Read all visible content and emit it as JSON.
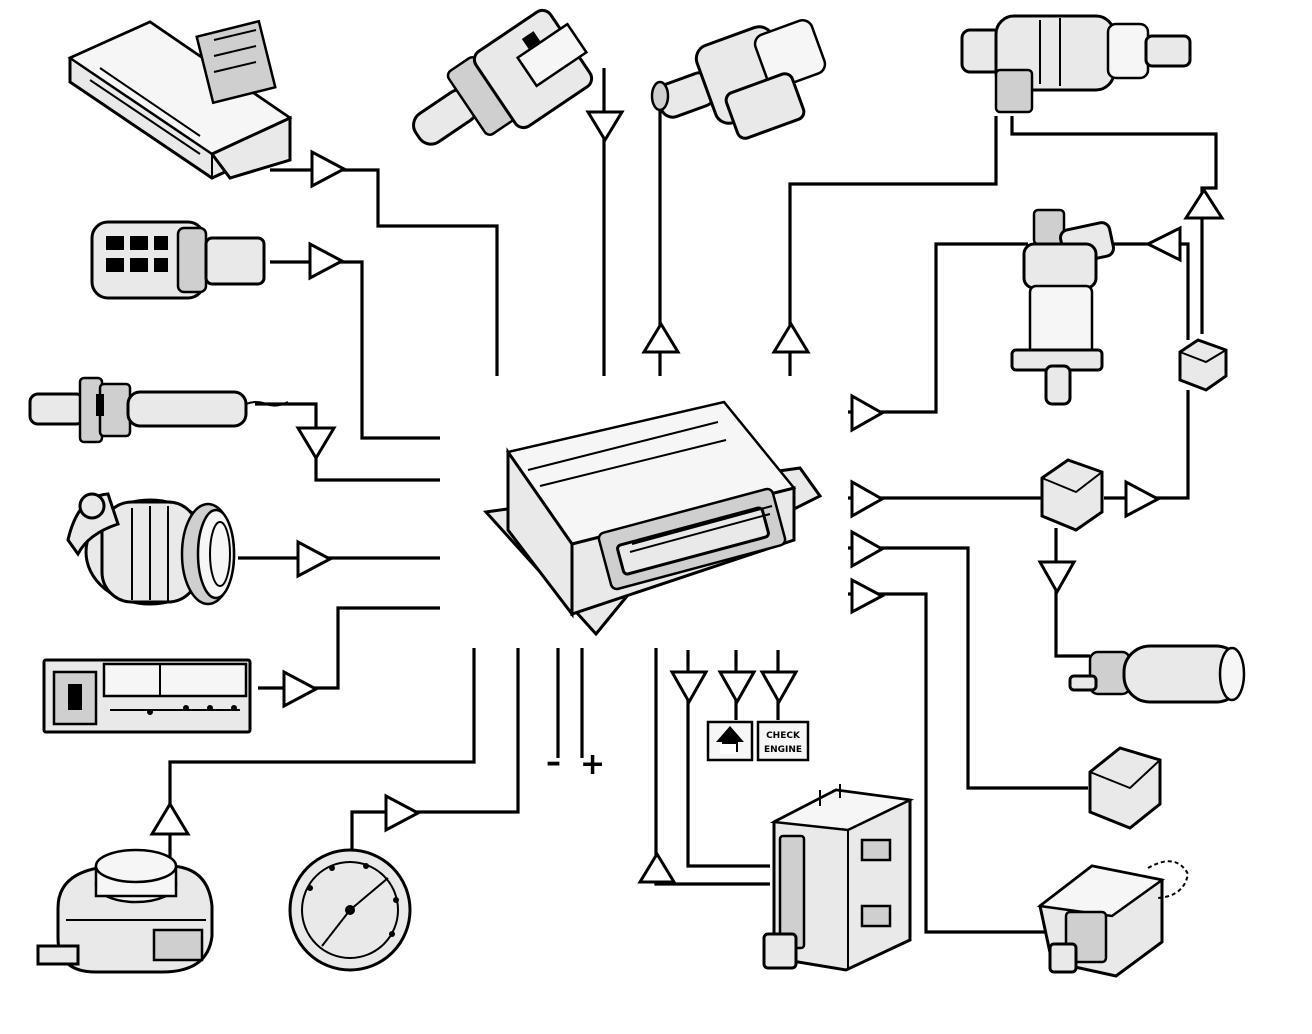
{
  "lamps": {
    "check_engine_line1": "CHECK",
    "check_engine_line2": "ENGINE"
  },
  "battery": {
    "negative": "–",
    "positive": "+"
  },
  "colors": {
    "line": "#000000",
    "background": "#ffffff",
    "component_fill": "#e9e9e9"
  },
  "components": [
    "map-sensor",
    "coolant-temp-sensor",
    "fuel-injector-top",
    "injector-right",
    "knock-sensor",
    "oxygen-sensor",
    "ac-compressor",
    "climate-control-panel",
    "throttle-position-sensor",
    "speedometer",
    "ecu-main",
    "idle-air-control-valve",
    "relay-upper",
    "relay-middle",
    "fuel-pump",
    "relay-lower",
    "transmission-module",
    "ignition-coil",
    "upshift-lamp",
    "check-engine-lamp"
  ]
}
